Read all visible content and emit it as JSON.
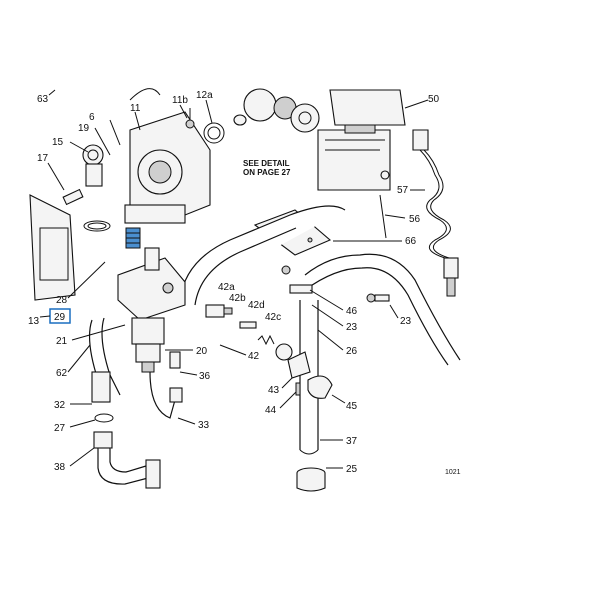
{
  "labels": {
    "l63": "63",
    "l11b": "11b",
    "l12a": "12a",
    "l11": "11",
    "l50": "50",
    "l6": "6",
    "l19": "19",
    "l15": "15",
    "l17": "17",
    "see_detail_1": "SEE DETAIL",
    "see_detail_2": "ON PAGE 27",
    "l57": "57",
    "l56": "56",
    "l66": "66",
    "l28": "28",
    "l29": "29",
    "l13": "13",
    "l42a": "42a",
    "l42b": "42b",
    "l42d": "42d",
    "l42c": "42c",
    "l46": "46",
    "l23a": "23",
    "l23b": "23",
    "l21": "21",
    "l20": "20",
    "l42": "42",
    "l26": "26",
    "l62": "62",
    "l36": "36",
    "l43": "43",
    "l44": "44",
    "l45": "45",
    "l32": "32",
    "l33": "33",
    "l27": "27",
    "l37": "37",
    "l38": "38",
    "l25": "25",
    "code": "1021"
  },
  "highlight_color": "#1a6fc0"
}
